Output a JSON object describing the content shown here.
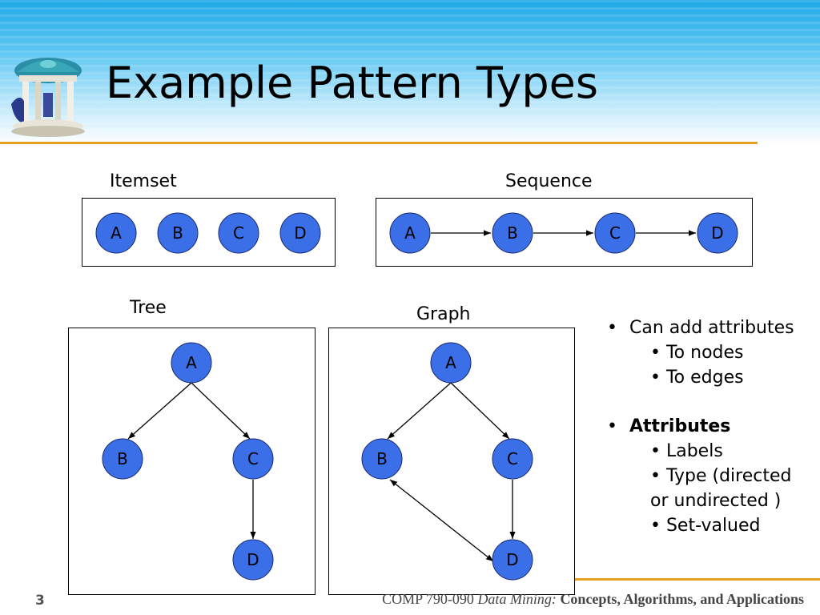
{
  "title": "Example Pattern Types",
  "colors": {
    "node_fill": "#3a6fe8",
    "accent_line": "#e6a020"
  },
  "itemset": {
    "label": "Itemset",
    "nodes": [
      "A",
      "B",
      "C",
      "D"
    ]
  },
  "sequence": {
    "label": "Sequence",
    "nodes": [
      "A",
      "B",
      "C",
      "D"
    ]
  },
  "tree": {
    "label": "Tree",
    "nodes": [
      "A",
      "B",
      "C",
      "D"
    ]
  },
  "graph": {
    "label": "Graph",
    "nodes": [
      "A",
      "B",
      "C",
      "D"
    ]
  },
  "notes": {
    "item1": "Can add attributes",
    "item1_sub": [
      "• To nodes",
      "• To edges"
    ],
    "item2": "Attributes",
    "item2_sub": [
      "• Labels",
      "• Type (directed",
      "or undirected )",
      "• Set-valued"
    ]
  },
  "footer": {
    "page": "3",
    "course": "COMP 790-090",
    "subject": "Data Mining:",
    "rest": "Concepts, Algorithms, and Applications"
  }
}
